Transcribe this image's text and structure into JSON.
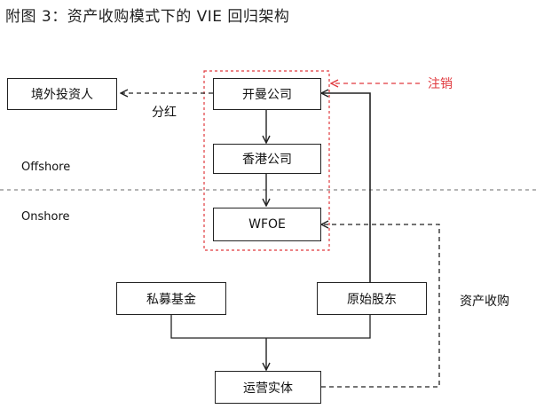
{
  "title": "附图 3：资产收购模式下的 VIE 回归架构",
  "boxes": {
    "offshore_investor": "境外投资人",
    "cayman": "开曼公司",
    "hongkong": "香港公司",
    "wfoe": "WFOE",
    "pe_fund": "私募基金",
    "original_shareholders": "原始股东",
    "operating_entity": "运营实体"
  },
  "labels": {
    "dividend": "分红",
    "cancel": "注销",
    "offshore": "Offshore",
    "onshore": "Onshore",
    "asset_acquisition": "资产收购"
  },
  "colors": {
    "line": "#222222",
    "cancel": "#e0393e"
  }
}
